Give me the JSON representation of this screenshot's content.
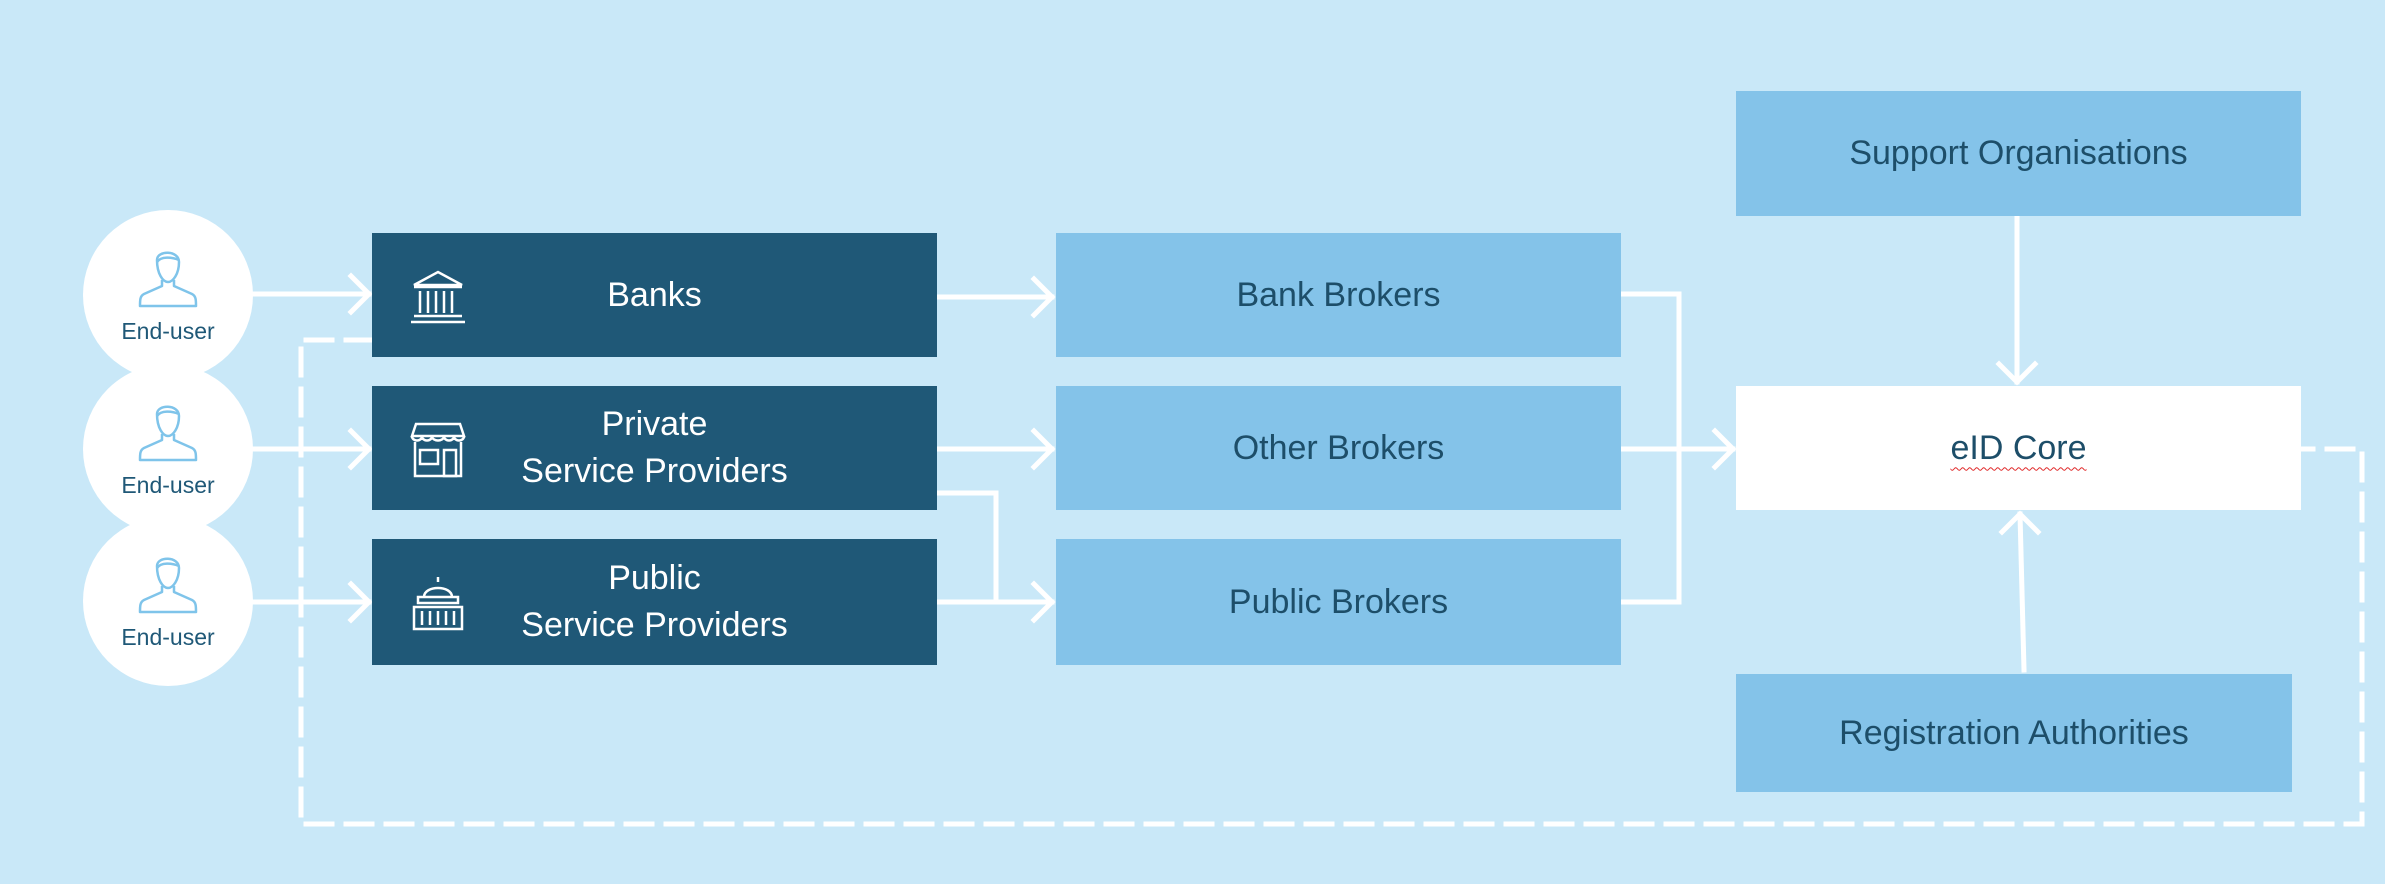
{
  "users": [
    {
      "label": "End-user"
    },
    {
      "label": "End-user"
    },
    {
      "label": "End-user"
    }
  ],
  "providers": [
    {
      "label": "Banks",
      "icon": "bank-icon"
    },
    {
      "label": "Private\nService Providers",
      "icon": "storefront-icon"
    },
    {
      "label": "Public\nService Providers",
      "icon": "government-building-icon"
    }
  ],
  "brokers": [
    {
      "label": "Bank Brokers"
    },
    {
      "label": "Other Brokers"
    },
    {
      "label": "Public Brokers"
    }
  ],
  "core": {
    "label": "eID Core"
  },
  "support": {
    "label": "Support Organisations"
  },
  "registration": {
    "label": "Registration Authorities"
  },
  "colors": {
    "background": "#c9e8f8",
    "provider_box": "#1f5877",
    "broker_box": "#84c3e9",
    "core_box": "#ffffff",
    "connector": "#ffffff"
  }
}
